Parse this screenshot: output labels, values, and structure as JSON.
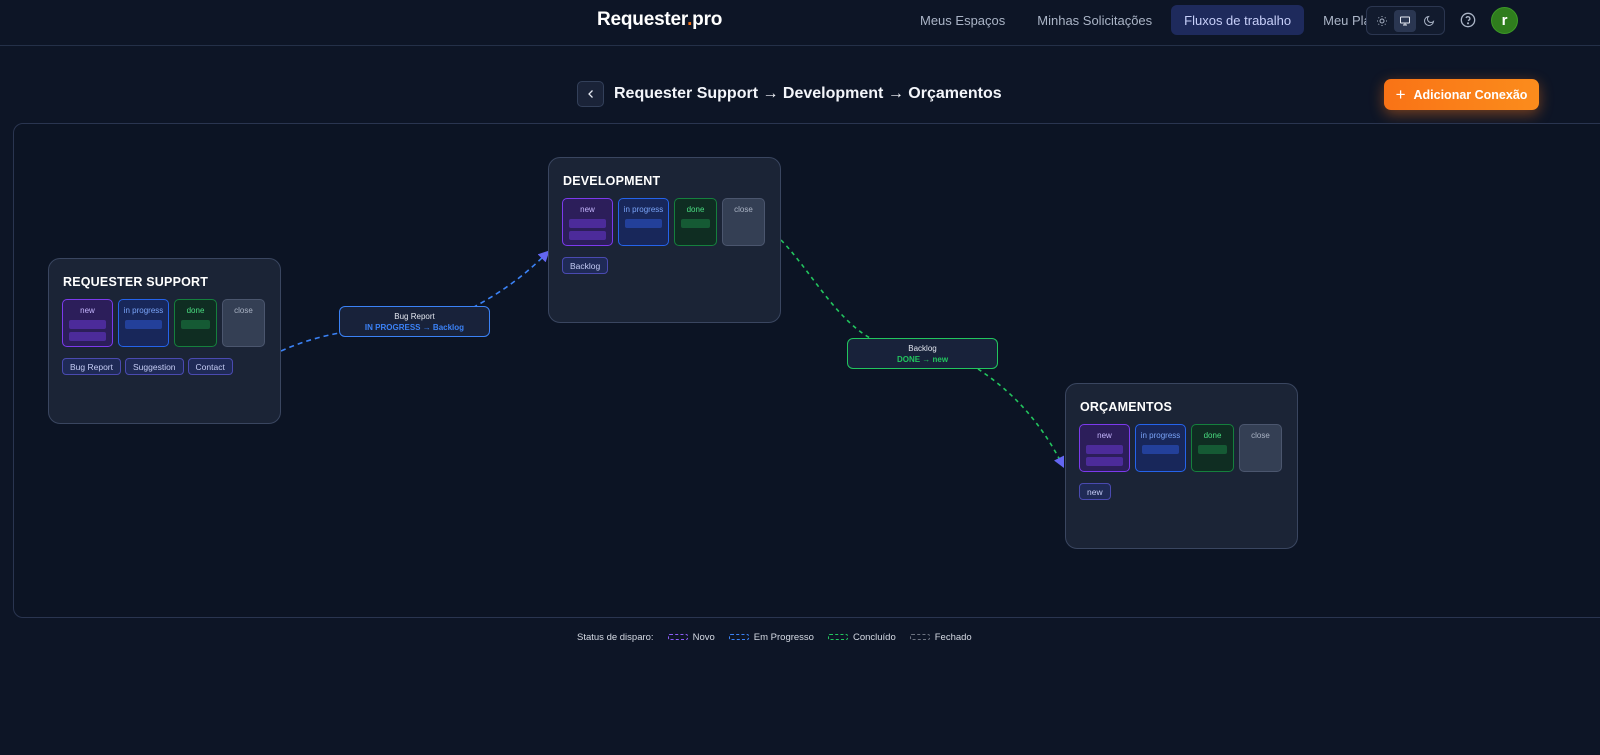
{
  "brand": {
    "name": "Requester",
    "dot": ".",
    "suffix": "pro"
  },
  "nav": {
    "items": [
      {
        "label": "Meus Espaços"
      },
      {
        "label": "Minhas Solicitações"
      },
      {
        "label": "Fluxos de trabalho",
        "active": true
      },
      {
        "label": "Meu Plano"
      }
    ]
  },
  "theme": {
    "options": [
      "sun-icon",
      "monitor-icon",
      "moon-icon"
    ],
    "selected": "monitor-icon"
  },
  "user": {
    "avatar_letter": "r",
    "avatar_color": "#2f7d1d"
  },
  "page": {
    "title": "Requester Support → Development → Orçamentos",
    "add_button_label": "Adicionar Conexão",
    "add_button_color": "#f97316"
  },
  "nodes": [
    {
      "title": "REQUESTER SUPPORT",
      "columns": [
        "new",
        "in progress",
        "done",
        "close"
      ],
      "chips": [
        "Bug Report",
        "Suggestion",
        "Contact"
      ]
    },
    {
      "title": "DEVELOPMENT",
      "columns": [
        "new",
        "in progress",
        "done",
        "close"
      ],
      "chips": [
        "Backlog"
      ]
    },
    {
      "title": "ORÇAMENTOS",
      "columns": [
        "new",
        "in progress",
        "done",
        "close"
      ],
      "chips": [
        "new"
      ]
    }
  ],
  "edges": [
    {
      "label": "Bug Report",
      "transition": "IN PROGRESS → Backlog",
      "color": "#3b82f6"
    },
    {
      "label": "Backlog",
      "transition": "DONE → new",
      "color": "#22c55e"
    }
  ],
  "legend": {
    "title": "Status de disparo:",
    "items": [
      {
        "label": "Novo",
        "color": "#8b5cf6"
      },
      {
        "label": "Em Progresso",
        "color": "#3b82f6"
      },
      {
        "label": "Concluído",
        "color": "#22c55e"
      },
      {
        "label": "Fechado",
        "color": "#6b7280"
      }
    ]
  }
}
